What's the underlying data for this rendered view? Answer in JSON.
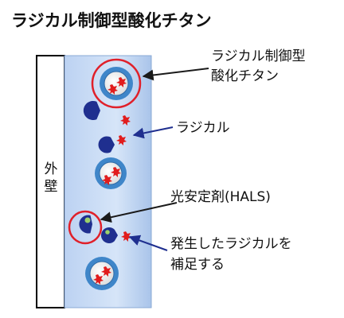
{
  "title": "ラジカル制御型酸化チタン",
  "wall_label": "外壁",
  "labels": {
    "controlled_tio2": [
      "ラジカル制御型",
      "酸化チタン"
    ],
    "radical": "ラジカル",
    "hals": "光安定剤(HALS)",
    "capture": [
      "発生したラジカルを",
      "補足する"
    ]
  },
  "colors": {
    "coating_fill": "#c9dcf5",
    "particle_ring": "#3f86c9",
    "particle_core": "#f0f0f0",
    "radical": "#e11d1d",
    "hals": "#1f2f8f",
    "highlight_ring": "#e0202a"
  }
}
